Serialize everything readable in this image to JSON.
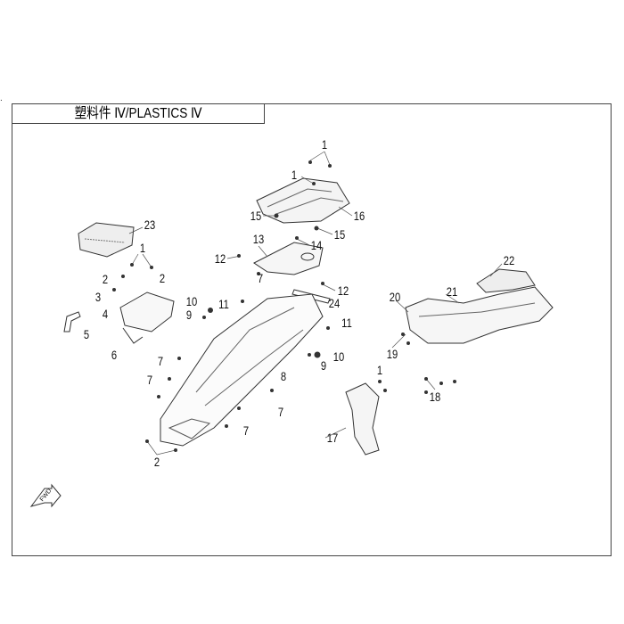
{
  "title": "塑料件 Ⅳ/PLASTICS Ⅳ",
  "fwd_label": "FWD",
  "callouts": [
    "1",
    "1",
    "15",
    "16",
    "15",
    "23",
    "13",
    "14",
    "12",
    "7",
    "12",
    "1",
    "2",
    "2",
    "3",
    "4",
    "5",
    "6",
    "10",
    "9",
    "11",
    "24",
    "11",
    "10",
    "9",
    "8",
    "7",
    "7",
    "7",
    "7",
    "2",
    "17",
    "22",
    "21",
    "20",
    "19",
    "1",
    "18"
  ],
  "colors": {
    "line": "#333333",
    "fill": "#ffffff",
    "shade": "#888888"
  }
}
